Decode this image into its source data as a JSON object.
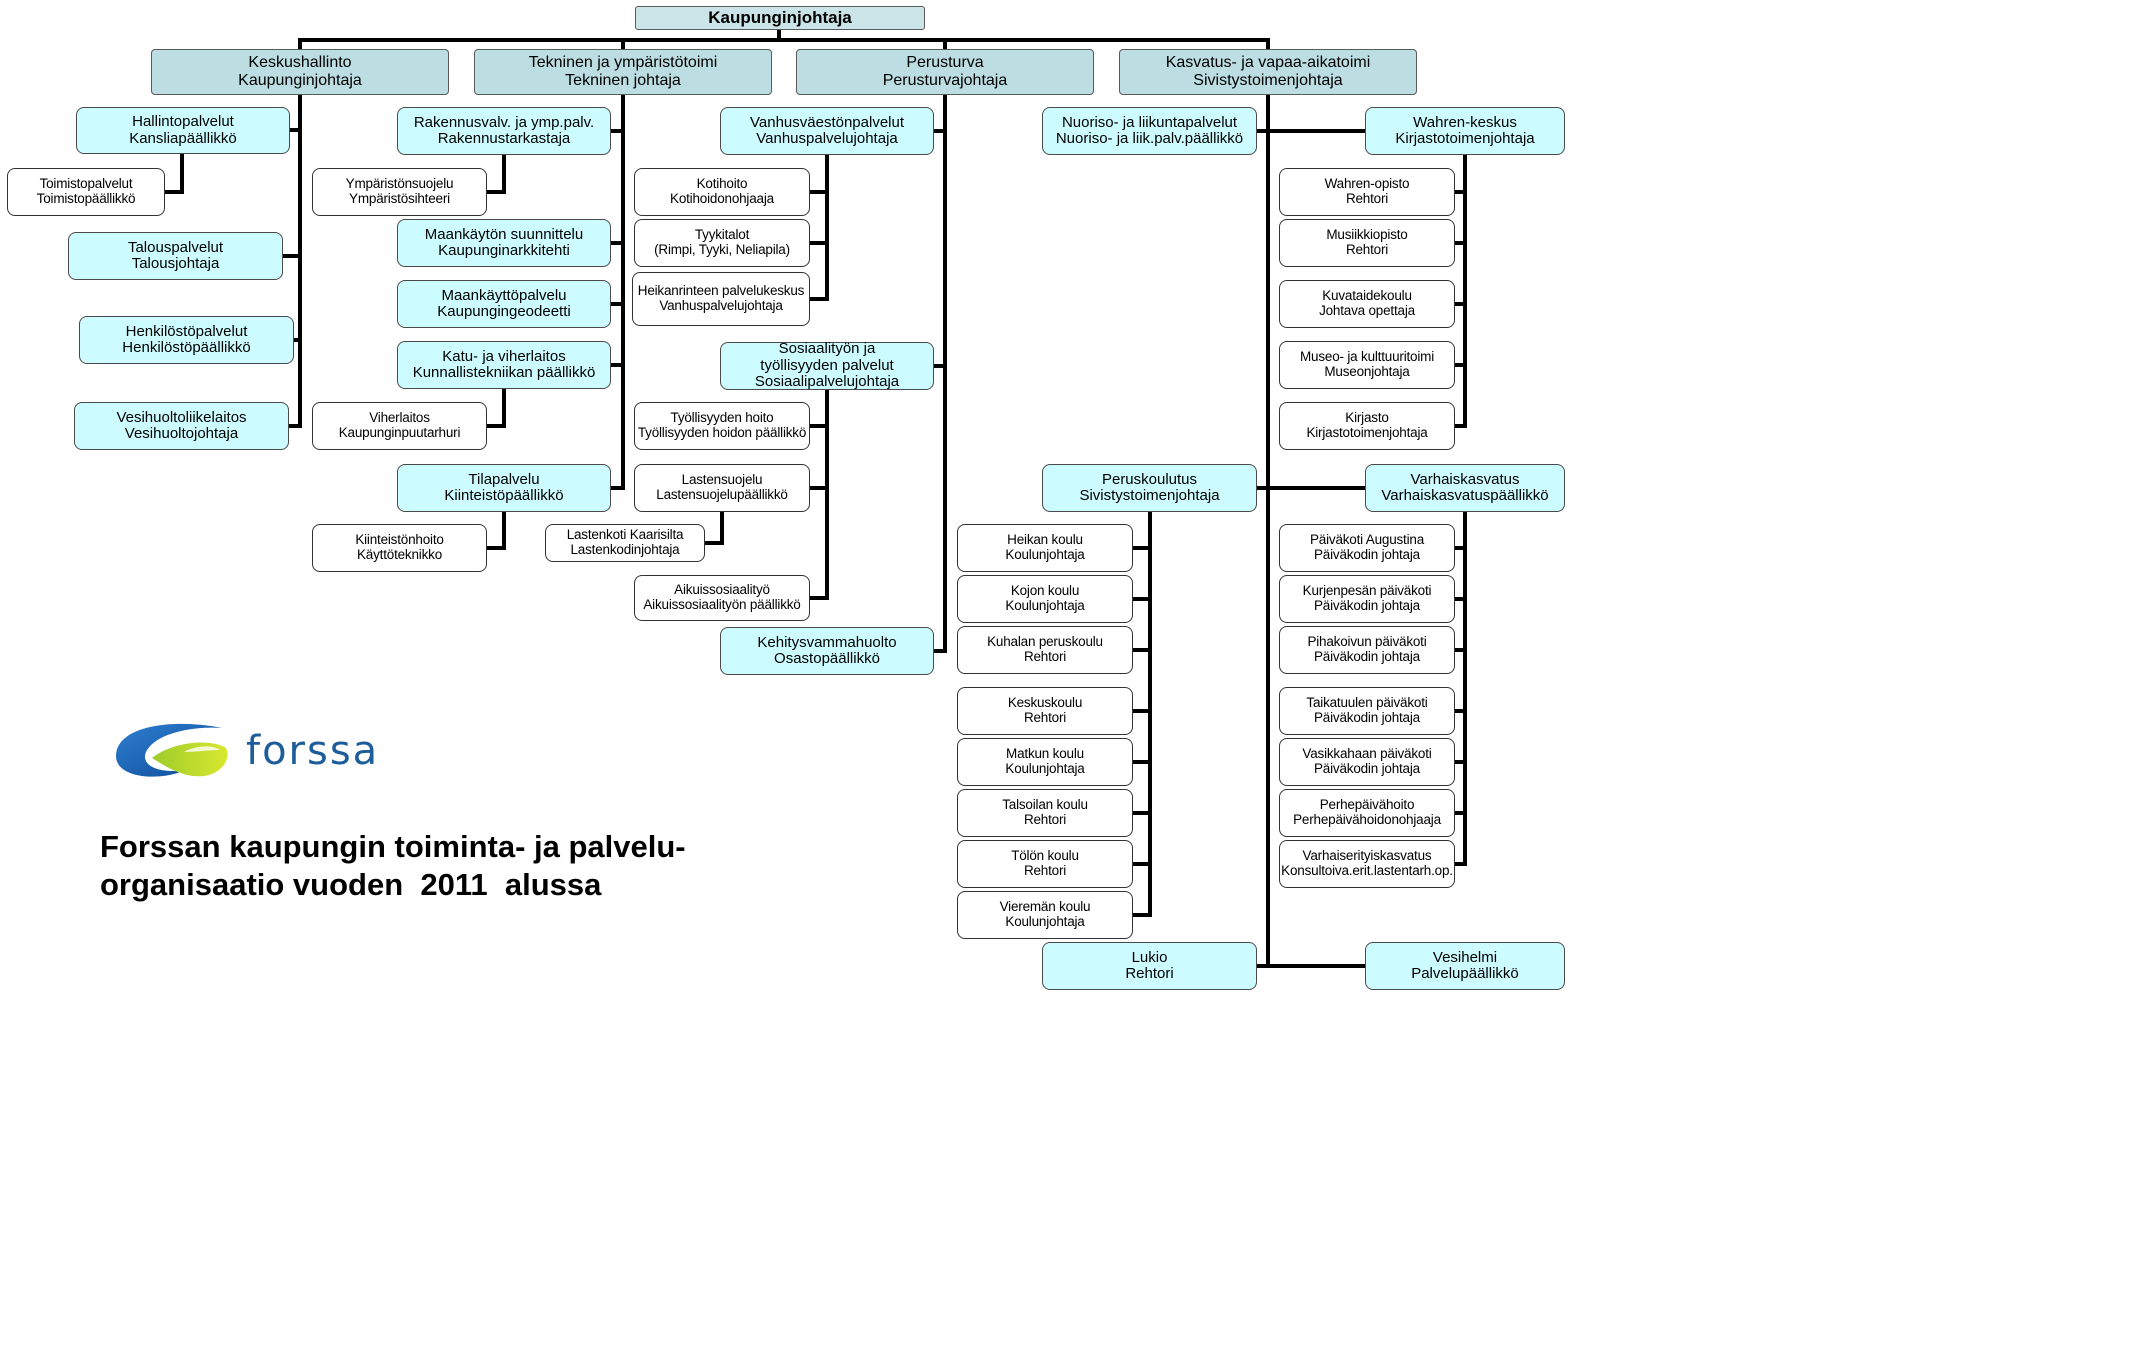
{
  "org": {
    "root": {
      "l1": "Kaupunginjohtaja"
    },
    "divisions": [
      {
        "l1": "Keskushallinto",
        "l2": "Kaupunginjohtaja"
      },
      {
        "l1": "Tekninen ja ympäristötoimi",
        "l2": "Tekninen johtaja"
      },
      {
        "l1": "Perusturva",
        "l2": "Perusturvajohtaja"
      },
      {
        "l1": "Kasvatus- ja vapaa-aikatoimi",
        "l2": "Sivistystoimenjohtaja"
      }
    ],
    "keskushallinto": [
      {
        "l1": "Hallintopalvelut",
        "l2": "Kansliapäällikkö"
      },
      {
        "l1": "Toimistopalvelut",
        "l2": "Toimistopäällikkö"
      },
      {
        "l1": "Talouspalvelut",
        "l2": "Talousjohtaja"
      },
      {
        "l1": "Henkilöstöpalvelut",
        "l2": "Henkilöstöpäällikkö"
      },
      {
        "l1": "Vesihuoltoliikelaitos",
        "l2": "Vesihuoltojohtaja"
      }
    ],
    "tekninen": [
      {
        "l1": "Rakennusvalv. ja ymp.palv.",
        "l2": "Rakennustarkastaja"
      },
      {
        "l1": "Ympäristönsuojelu",
        "l2": "Ympäristösihteeri"
      },
      {
        "l1": "Maankäytön suunnittelu",
        "l2": "Kaupunginarkkitehti"
      },
      {
        "l1": "Maankäyttöpalvelu",
        "l2": "Kaupungingeodeetti"
      },
      {
        "l1": "Katu- ja viherlaitos",
        "l2": "Kunnallistekniikan päällikkö"
      },
      {
        "l1": "Viherlaitos",
        "l2": "Kaupunginpuutarhuri"
      },
      {
        "l1": "Tilapalvelu",
        "l2": "Kiinteistöpäällikkö"
      },
      {
        "l1": "Kiinteistönhoito",
        "l2": "Käyttöteknikko"
      }
    ],
    "perusturva": [
      {
        "l1": "Vanhusväestönpalvelut",
        "l2": "Vanhuspalvelujohtaja"
      },
      {
        "l1": "Kotihoito",
        "l2": "Kotihoidonohjaaja"
      },
      {
        "l1": "Tyykitalot",
        "l2": "(Rimpi, Tyyki, Neliapila)"
      },
      {
        "l1": "Heikanrinteen palvelukeskus",
        "l2": "Vanhuspalvelujohtaja"
      },
      {
        "l1": "Sosiaalityön ja",
        "l2": "työllisyyden palvelut",
        "l3": "Sosiaalipalvelujohtaja"
      },
      {
        "l1": "Työllisyyden hoito",
        "l2": "Työllisyyden hoidon päällikkö"
      },
      {
        "l1": "Lastensuojelu",
        "l2": "Lastensuojelupäällikkö"
      },
      {
        "l1": "Lastenkoti Kaarisilta",
        "l2": "Lastenkodinjohtaja"
      },
      {
        "l1": "Aikuissosiaalityö",
        "l2": "Aikuissosiaalityön päällikkö"
      },
      {
        "l1": "Kehitysvammahuolto",
        "l2": "Osastopäällikkö"
      }
    ],
    "kasvatus": [
      {
        "l1": "Nuoriso- ja liikuntapalvelut",
        "l2": "Nuoriso- ja liik.palv.päällikkö"
      },
      {
        "l1": "Wahren-keskus",
        "l2": "Kirjastotoimenjohtaja"
      },
      {
        "l1": "Wahren-opisto",
        "l2": "Rehtori"
      },
      {
        "l1": "Musiikkiopisto",
        "l2": "Rehtori"
      },
      {
        "l1": "Kuvataidekoulu",
        "l2": "Johtava opettaja"
      },
      {
        "l1": "Museo- ja kulttuuritoimi",
        "l2": "Museonjohtaja"
      },
      {
        "l1": "Kirjasto",
        "l2": "Kirjastotoimenjohtaja"
      },
      {
        "l1": "Peruskoulutus",
        "l2": "Sivistystoimenjohtaja"
      },
      {
        "l1": "Varhaiskasvatus",
        "l2": "Varhaiskasvatuspäällikkö"
      },
      {
        "l1": "Heikan koulu",
        "l2": "Koulunjohtaja"
      },
      {
        "l1": "Kojon koulu",
        "l2": "Koulunjohtaja"
      },
      {
        "l1": "Kuhalan peruskoulu",
        "l2": "Rehtori"
      },
      {
        "l1": "Keskuskoulu",
        "l2": "Rehtori"
      },
      {
        "l1": "Matkun koulu",
        "l2": "Koulunjohtaja"
      },
      {
        "l1": "Talsoilan koulu",
        "l2": "Rehtori"
      },
      {
        "l1": "Tölön koulu",
        "l2": "Rehtori"
      },
      {
        "l1": "Vieremän koulu",
        "l2": "Koulunjohtaja"
      },
      {
        "l1": "Päiväkoti Augustina",
        "l2": "Päiväkodin johtaja"
      },
      {
        "l1": "Kurjenpesän päiväkoti",
        "l2": "Päiväkodin johtaja"
      },
      {
        "l1": "Pihakoivun päiväkoti",
        "l2": "Päiväkodin johtaja"
      },
      {
        "l1": "Taikatuulen päiväkoti",
        "l2": "Päiväkodin johtaja"
      },
      {
        "l1": "Vasikkahaan päiväkoti",
        "l2": "Päiväkodin johtaja"
      },
      {
        "l1": "Perhepäivähoito",
        "l2": "Perhepäivähoidonohjaaja"
      },
      {
        "l1": "Varhaiserityiskasvatus",
        "l2": "Konsultoiva.erit.lastentarh.op."
      },
      {
        "l1": "Lukio",
        "l2": "Rehtori"
      },
      {
        "l1": "Vesihelmi",
        "l2": "Palvelupäällikkö"
      }
    ]
  },
  "logo": {
    "text": "forssa"
  },
  "caption": {
    "line1": "Forssan kaupungin toiminta- ja palvelu-",
    "line2": "organisaatio vuoden  2011  alussa"
  },
  "colors": {
    "line": "#000000",
    "top_fill": "#cbe4e7",
    "head_fill": "#bcdde1",
    "service_fill": "#ccfcff",
    "unit_fill": "#ffffff",
    "logo_text": "#1d5d9a"
  }
}
